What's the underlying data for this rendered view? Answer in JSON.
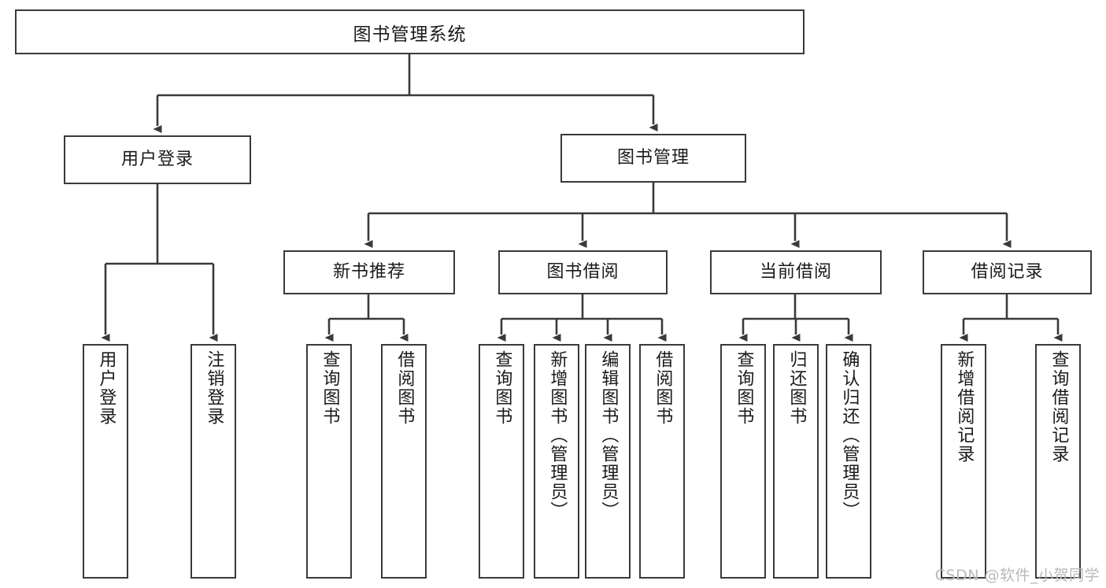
{
  "diagram": {
    "type": "tree",
    "title": "图书管理系统",
    "orientation": "top-down",
    "background_color": "#ffffff",
    "node_border_color": "#3a3a3a",
    "node_fill_color": "#ffffff",
    "edge_color": "#3a3a3a",
    "text_color": "#1a1a1a"
  },
  "root": {
    "label": "图书管理系统"
  },
  "level2": [
    {
      "label": "用户登录"
    },
    {
      "label": "图书管理"
    }
  ],
  "level3": [
    {
      "label": "新书推荐"
    },
    {
      "label": "图书借阅"
    },
    {
      "label": "当前借阅"
    },
    {
      "label": "借阅记录"
    }
  ],
  "leaves": {
    "user_login": [
      {
        "label": "用户登录"
      },
      {
        "label": "注销登录"
      }
    ],
    "new_book_recommend": [
      {
        "label": "查询图书"
      },
      {
        "label": "借阅图书"
      }
    ],
    "book_borrow": [
      {
        "label": "查询图书"
      },
      {
        "label": "新增图书（管理员）"
      },
      {
        "label": "编辑图书（管理员）"
      },
      {
        "label": "借阅图书"
      }
    ],
    "current_borrow": [
      {
        "label": "查询图书"
      },
      {
        "label": "归还图书"
      },
      {
        "label": "确认归还（管理员）"
      }
    ],
    "borrow_record": [
      {
        "label": "新增借阅记录"
      },
      {
        "label": "查询借阅记录"
      }
    ]
  },
  "watermark": {
    "text": "CSDN @软件_小贺同学"
  }
}
